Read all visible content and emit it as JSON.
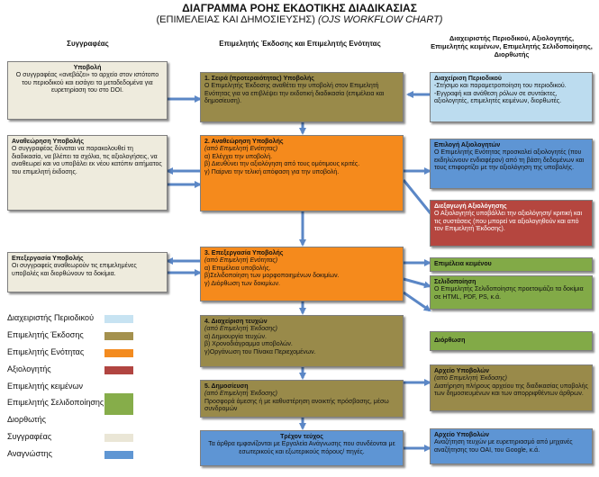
{
  "title": {
    "main": "ΔΙΑΓΡΑΜΜΑ ΡΟΗΣ ΕΚΔΟΤΙΚΗΣ ΔΙΑΔΙΚΑΣΙΑΣ",
    "sub_greek": "(ΕΠΙΜΕΛΕΙΑΣ ΚΑΙ ΔΗΜΟΣΙΕΥΣΗΣ)",
    "sub_english": "(OJS WORKFLOW CHART)"
  },
  "columns": {
    "left": "Συγγραφέας",
    "middle": "Επιμελητής Έκδοσης και Επιμελητής Ενότητας",
    "right": "Διαχειριστής Περιοδικού, Αξιολογητής, Επιμελητής κειμένων, Επιμελητής Σελιδοποίησης, Διορθωτής"
  },
  "author_boxes": [
    {
      "title": "Υποβολή",
      "text": "Ο συγγραφέας «ανεβάζει» το αρχείο στον ιστότοπο του περιοδικού και εισάγει τα μεταδεδομένα για ευρετηρίαση του στο DOI."
    },
    {
      "title": "Αναθεώρηση Υποβολής",
      "text": "Ο συγγραφέας δύναται να παρακολουθεί τη διαδικασία, να βλέπει τα σχόλια, τις αξιολογήσεις, να αναθεωρεί και να υποβάλει εκ νέου κατόπιν αιτήματος του επιμελητή έκδοσης."
    },
    {
      "title": "Επεξεργασία Υποβολής",
      "text": "Οι συγγραφείς αναθεωρούν τις επιμελημένες υποβολές και διορθώνουν τα δοκίμια."
    }
  ],
  "steps": [
    {
      "title": "1. Σειρά (προτεραιότητας) Υποβολής",
      "role": "",
      "lines": [
        "Ο Επιμελητής Έκδοσης αναθέτει την υποβολή στον Επιμελητή Ενότητας για να επιβλέψει την εκδοτική διαδικασία (επιμέλεια και δημοσίευση)."
      ]
    },
    {
      "title": "2. Αναθεώρηση Υποβολής",
      "role": "(από Επιμελητή Ενότητας)",
      "lines": [
        "α) Ελέγχει την υποβολή.",
        "β) Διευθύνει την αξιολόγηση από τους ομότιμους κριτές.",
        "γ) Παίρνει την τελική απόφαση για την υποβολή."
      ]
    },
    {
      "title": "3. Επεξεργασία Υποβολής",
      "role": "(από Επιμελητή Ενότητας)",
      "lines": [
        "α) Επιμέλεια υποβολής.",
        "β)Σελιδοποίηση των μορφοποιημένων δοκιμίων.",
        "γ) Διόρθωση των δοκιμίων."
      ]
    },
    {
      "title": "4. Διαχείριση τευχών",
      "role": "(από Επιμελητή Έκδοσης)",
      "lines": [
        "α) Δημιουργία τευχών.",
        "β) Χρονοδιάγραμμα υποβολών.",
        "γ)Οργάνωση του Πίνακα Περιεχομένων."
      ]
    },
    {
      "title": "5. Δημοσίευση",
      "role": "(από Επιμελητή Έκδοσης)",
      "lines": [
        "Προσφορά άμεσης ή με καθυστέρηση ανοικτής πρόσβασης, μέσω συνδρομών"
      ]
    },
    {
      "title": "Τρέχον τεύχος",
      "role": "",
      "lines": [
        "Τα άρθρα εμφανίζονται με Εργαλεία Ανάγνωσης που συνδέονται με εσωτερικούς και εξωτερικούς πόρους/ πηγές."
      ]
    }
  ],
  "right_boxes": [
    {
      "title": "Διαχείριση Περιοδικού",
      "role": "",
      "lines": [
        "-Στήσιμο και παραμετροποίηση του περιοδικού.",
        "-Εγγραφή και ανάθεση ρόλων σε συντάκτες, αξιολογητές, επιμελητές κειμένων, διορθωτές."
      ]
    },
    {
      "title": "Επιλογή Αξιολογητών",
      "role": "",
      "lines": [
        "Ο Επιμελητής Ενότητας προσκαλεί αξιολογητές (που εκδηλώνουν ενδιαφέρον) από τη βάση δεδομένων και τους επιφορτίζει με την αξιολόγηση της υποβολής."
      ]
    },
    {
      "title": "Διεξαγωγή Αξιολόγησης",
      "role": "",
      "lines": [
        "Ο Αξιολογητής υποβάλλει την αξιολόγηση/ κριτική και τις συστάσεις (που μπορεί να αξιολογηθούν και από τον Επιμελητή Έκδοσης)."
      ]
    },
    {
      "title": "Επιμέλεια κειμένου",
      "role": "",
      "lines": []
    },
    {
      "title": "Σελιδοποίηση",
      "role": "",
      "lines": [
        "Ο Επιμελητής Σελιδοποίησης προετοιμάζει τα δοκίμια σε HTML, PDF, PS, κ.ά."
      ]
    },
    {
      "title": "Διόρθωση",
      "role": "",
      "lines": []
    },
    {
      "title": "Αρχείο Υποβολών",
      "role": "(από Επιμελητή Έκδοσης)",
      "lines": [
        "Διατήρηση πλήρους αρχείου της διαδικασίας υποβολής των δημοσιευμένων και των απορριφθέντων άρθρων."
      ]
    },
    {
      "title": "Αρχείο Υποβολών",
      "role": "",
      "lines": [
        "Αναζήτηση τευχών με ευρετηριασμό από μηχανές αναζήτησης του OAI, του Google, κ.ά."
      ]
    }
  ],
  "legend": [
    {
      "label": "Διαχειριστής Περιοδικού",
      "color": "#c7e3f2"
    },
    {
      "label": "Επιμελητής Έκδοσης",
      "color": "#a4914e"
    },
    {
      "label": "Επιμελητής Ενότητας",
      "color": "#f38b1f"
    },
    {
      "label": "Αξιολογητής",
      "color": "#b14541"
    },
    {
      "label": "Επιμελητής κειμένων",
      "color": "#ffffff"
    },
    {
      "label": "Επιμελητής Σελιδοποίησης",
      "color": "#86ad4a"
    },
    {
      "label": "Διορθωτής",
      "color": "#ffffff"
    },
    {
      "label": "Συγγραφέας",
      "color": "#eae6d6"
    },
    {
      "label": "Αναγνώστης",
      "color": "#5f96d3"
    }
  ]
}
